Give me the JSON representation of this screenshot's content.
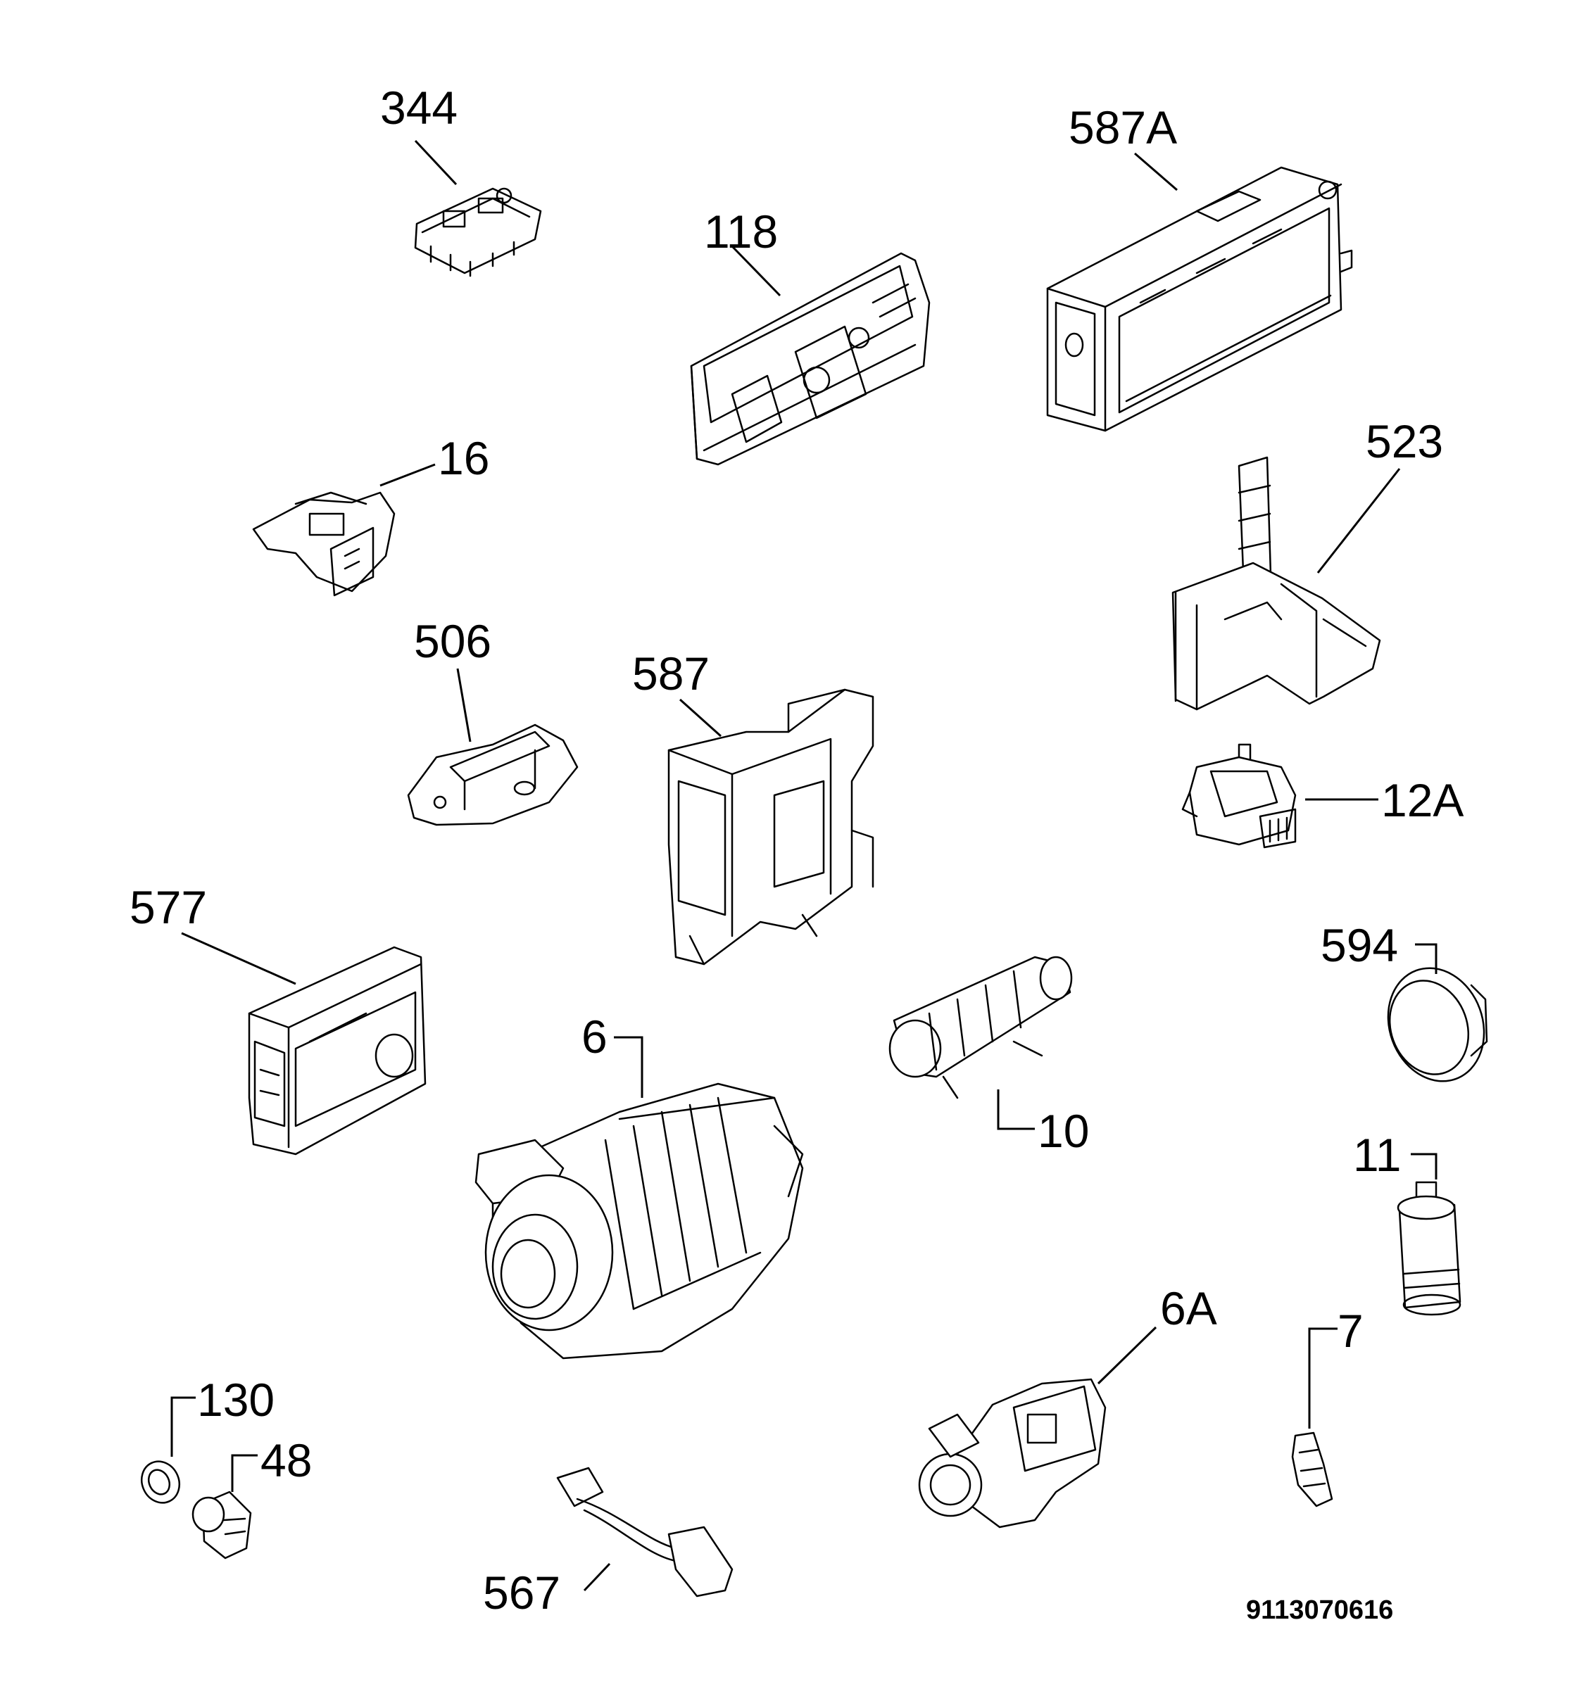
{
  "callouts": {
    "c344": "344",
    "c587A": "587A",
    "c118": "118",
    "c16": "16",
    "c523": "523",
    "c506": "506",
    "c587": "587",
    "c12A": "12A",
    "c577": "577",
    "c594": "594",
    "c6": "6",
    "c10": "10",
    "c11": "11",
    "c6A": "6A",
    "c7": "7",
    "c130": "130",
    "c48": "48",
    "c567": "567"
  },
  "document_number": "9113070616"
}
